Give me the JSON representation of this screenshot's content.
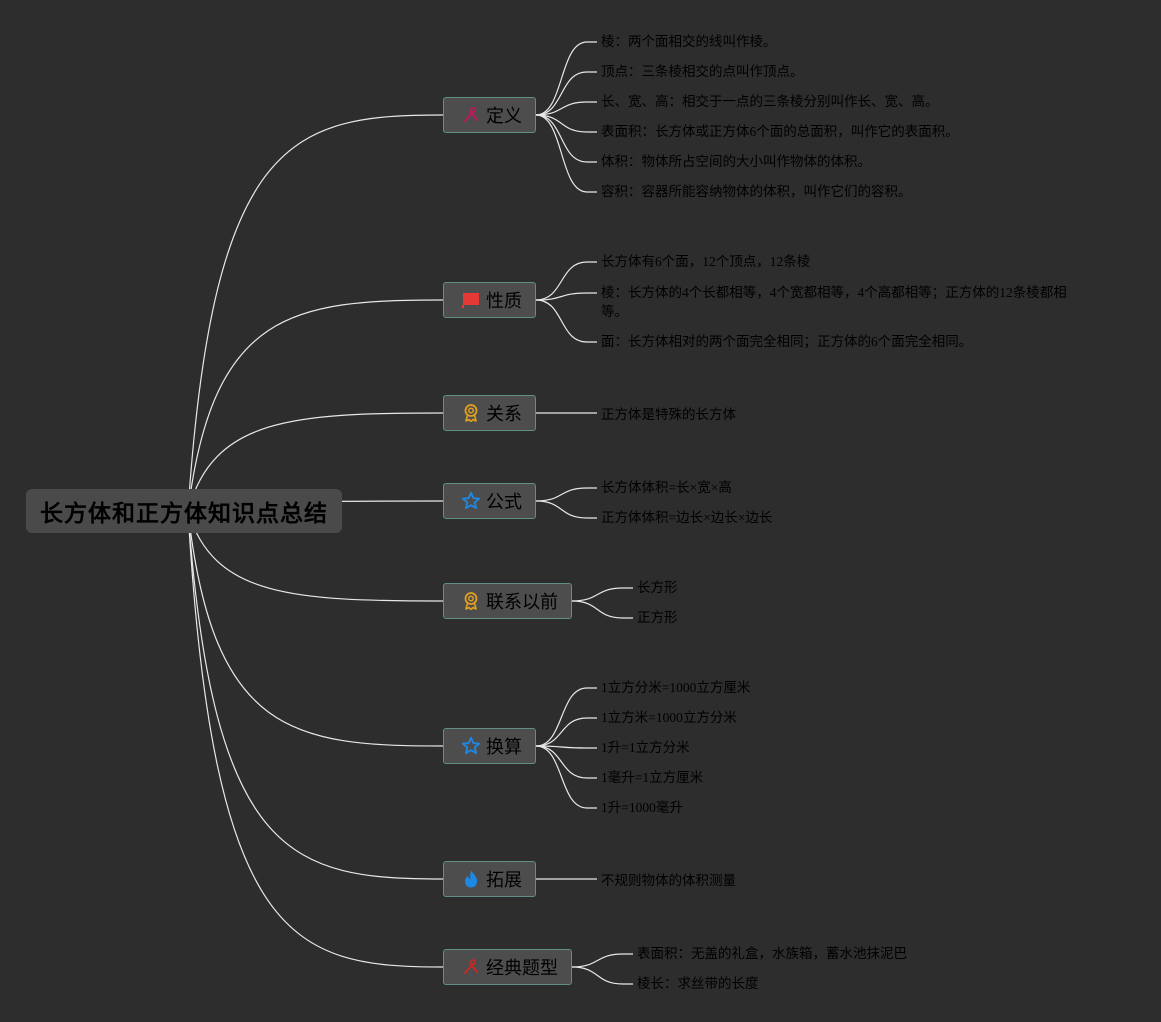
{
  "root": {
    "title": "长方体和正方体知识点总结"
  },
  "topics": [
    {
      "label": "定义",
      "icon": "tools-icon",
      "icon_color": "#c2185b",
      "leaves": [
        "棱：两个面相交的线叫作棱。",
        "顶点：三条棱相交的点叫作顶点。",
        "长、宽、高：相交于一点的三条棱分别叫作长、宽、高。",
        "表面积：长方体或正方体6个面的总面积，叫作它的表面积。",
        "体积：物体所占空间的大小叫作物体的体积。",
        "容积：容器所能容纳物体的体积，叫作它们的容积。"
      ]
    },
    {
      "label": "性质",
      "icon": "flag-icon",
      "icon_color": "#e53935",
      "leaves": [
        "长方体有6个面，12个顶点，12条棱",
        "棱：长方体的4个长都相等，4个宽都相等，4个高都相等；正方体的12条棱都相等。",
        "面：长方体相对的两个面完全相同；正方体的6个面完全相同。"
      ]
    },
    {
      "label": "关系",
      "icon": "award-icon",
      "icon_color": "#e0a020",
      "leaves": [
        "正方体是特殊的长方体"
      ]
    },
    {
      "label": "公式",
      "icon": "star-icon",
      "icon_color": "#1e88e5",
      "leaves": [
        "长方体体积=长×宽×高",
        "正方体体积=边长×边长×边长"
      ]
    },
    {
      "label": "联系以前",
      "icon": "award-icon",
      "icon_color": "#e0a020",
      "leaves": [
        "长方形",
        "正方形"
      ]
    },
    {
      "label": "换算",
      "icon": "star-icon",
      "icon_color": "#1e88e5",
      "leaves": [
        "1立方分米=1000立方厘米",
        "1立方米=1000立方分米",
        "1升=1立方分米",
        "1毫升=1立方厘米",
        "1升=1000毫升"
      ]
    },
    {
      "label": "拓展",
      "icon": "flame-icon",
      "icon_color": "#1e88e5",
      "leaves": [
        "不规则物体的体积测量"
      ]
    },
    {
      "label": "经典题型",
      "icon": "tools-icon",
      "icon_color": "#c62828",
      "leaves": [
        "表面积：无盖的礼盒，水族箱，蓄水池抹泥巴",
        "棱长：求丝带的长度"
      ]
    }
  ]
}
